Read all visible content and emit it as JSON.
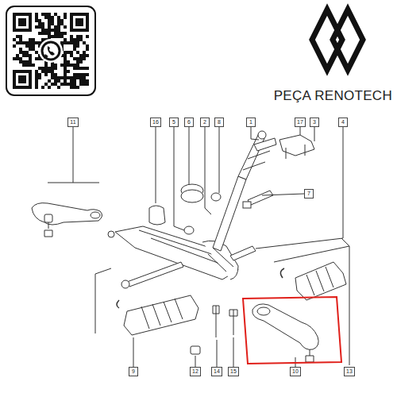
{
  "diagram": {
    "nodes": [
      {
        "text": [
          "11"
        ]
      },
      {
        "text": [
          "16"
        ]
      },
      {
        "text": [
          "5"
        ]
      },
      {
        "text": [
          "6"
        ]
      },
      {
        "text": [
          "2"
        ]
      },
      {
        "text": [
          "8"
        ]
      },
      {
        "text": [
          "1"
        ]
      },
      {
        "text": [
          "17"
        ]
      },
      {
        "text": [
          "3"
        ]
      },
      {
        "text": [
          "4"
        ]
      },
      {
        "text": [
          "7"
        ]
      },
      {
        "text": [
          "9"
        ]
      },
      {
        "text": [
          "12"
        ]
      },
      {
        "text": [
          "14"
        ]
      },
      {
        "text": [
          "15"
        ]
      },
      {
        "text": [
          "10"
        ]
      },
      {
        "text": [
          "13"
        ]
      }
    ],
    "labels": [
      "PEÇA RENOTECH"
    ]
  }
}
